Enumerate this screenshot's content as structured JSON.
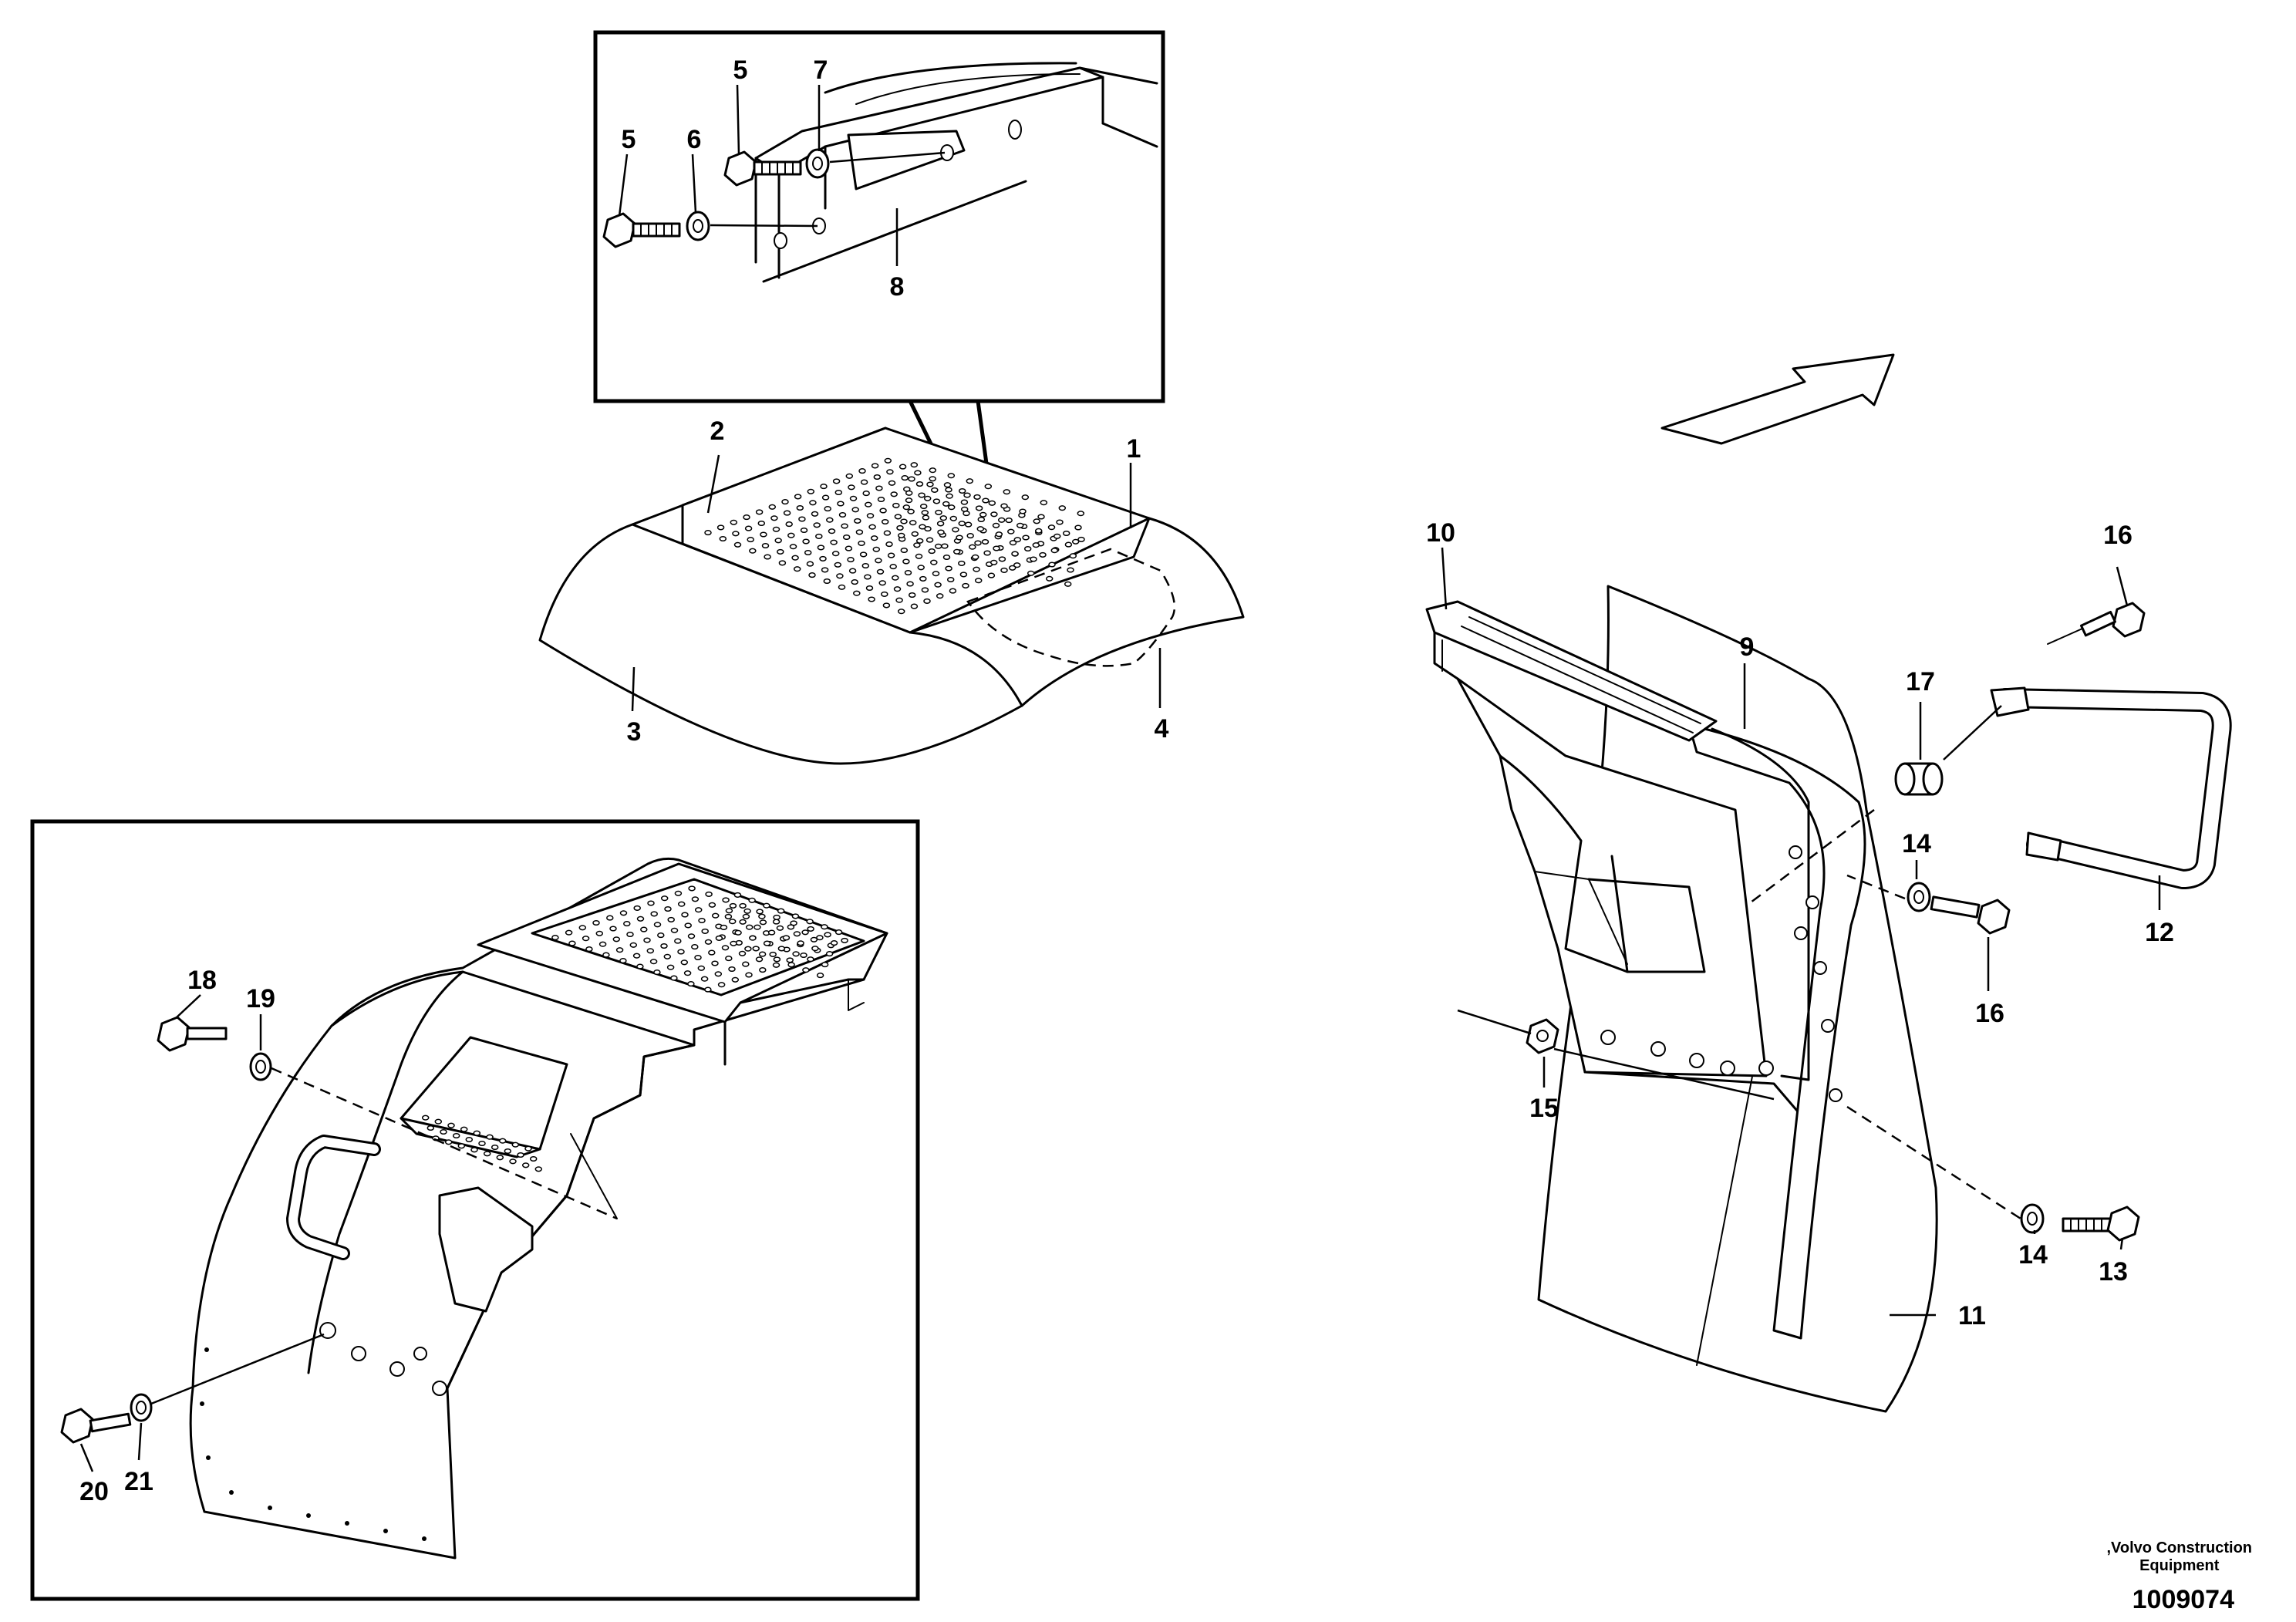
{
  "diagram": {
    "callouts": {
      "c1": "1",
      "c2": "2",
      "c3": "3",
      "c4": "4",
      "c5a": "5",
      "c5b": "5",
      "c6": "6",
      "c7": "7",
      "c8": "8",
      "c9": "9",
      "c10": "10",
      "c11": "11",
      "c12": "12",
      "c13": "13",
      "c14a": "14",
      "c14b": "14",
      "c15": "15",
      "c16a": "16",
      "c16b": "16",
      "c17": "17",
      "c18": "18",
      "c19": "19",
      "c20": "20",
      "c21": "21"
    }
  },
  "footer": {
    "brand_line1": ",Volvo Construction",
    "brand_line2": "Equipment",
    "drawing_number": "1009074"
  }
}
